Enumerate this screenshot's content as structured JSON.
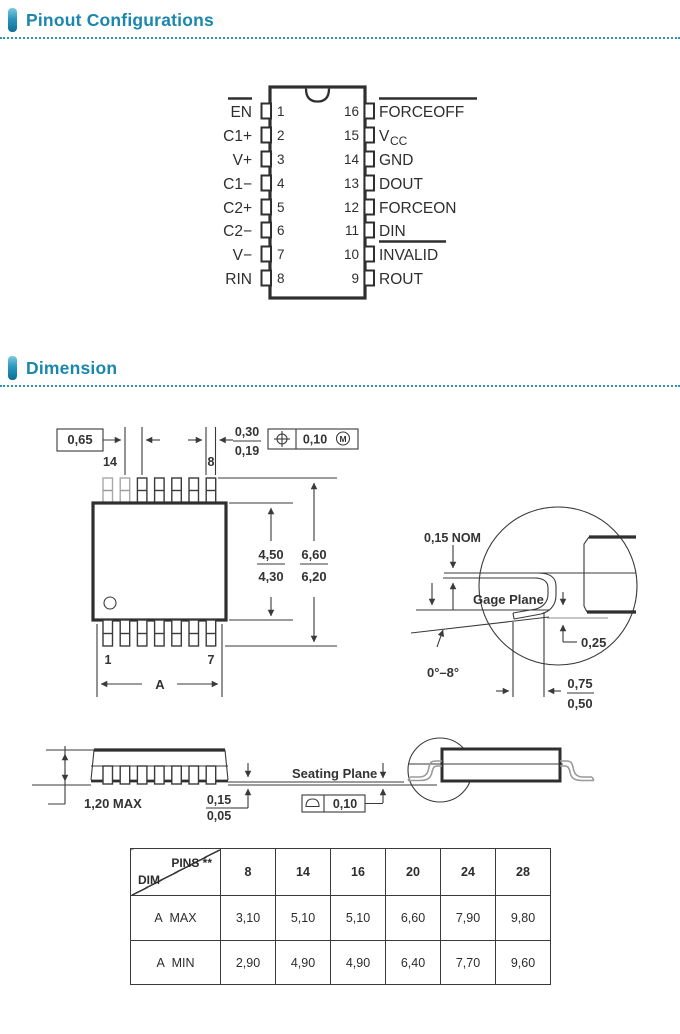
{
  "sections": {
    "pinout_title": "Pinout Configurations",
    "dimension_title": "Dimension"
  },
  "pinout": {
    "left": [
      {
        "num": "1",
        "label": "EN"
      },
      {
        "num": "2",
        "label": "C1+"
      },
      {
        "num": "3",
        "label": "V+"
      },
      {
        "num": "4",
        "label": "C1−"
      },
      {
        "num": "5",
        "label": "C2+"
      },
      {
        "num": "6",
        "label": "C2−"
      },
      {
        "num": "7",
        "label": "V−"
      },
      {
        "num": "8",
        "label": "RIN"
      }
    ],
    "right": [
      {
        "num": "16",
        "label": "FORCEOFF"
      },
      {
        "num": "15",
        "label": "V",
        "sub": "CC"
      },
      {
        "num": "14",
        "label": "GND"
      },
      {
        "num": "13",
        "label": "DOUT"
      },
      {
        "num": "12",
        "label": "FORCEON"
      },
      {
        "num": "11",
        "label": "DIN"
      },
      {
        "num": "10",
        "label": "INVALID"
      },
      {
        "num": "9",
        "label": "ROUT"
      }
    ]
  },
  "dimension": {
    "pitch": "0,65",
    "top_first_pin": "14",
    "top_last_pin": "8",
    "lead_width_max": "0,30",
    "lead_width_min": "0,19",
    "position_tol": "0,10",
    "position_modifier": "M",
    "body_len_max": "4,50",
    "body_len_min": "4,30",
    "span_max": "6,60",
    "span_min": "6,20",
    "bottom_first_pin": "1",
    "bottom_last_pin": "7",
    "length_var": "A",
    "lead_thickness": "0,15 NOM",
    "gage_plane": "Gage Plane",
    "standoff_gage": "0,25",
    "lead_angle": "0°–8°",
    "foot_max": "0,75",
    "foot_min": "0,50",
    "height_max": "1,20 MAX",
    "standoff_max": "0,15",
    "standoff_min": "0,05",
    "seating_plane": "Seating Plane",
    "flatness_tol": "0,10"
  },
  "table": {
    "corner_top": "PINS **",
    "corner_bottom": "DIM",
    "columns": [
      "8",
      "14",
      "16",
      "20",
      "24",
      "28"
    ],
    "rows": [
      {
        "dim": "A MAX",
        "values": [
          "3,10",
          "5,10",
          "5,10",
          "6,60",
          "7,90",
          "9,80"
        ]
      },
      {
        "dim": "A MIN",
        "values": [
          "2,90",
          "4,90",
          "4,90",
          "6,40",
          "7,70",
          "9,60"
        ]
      }
    ]
  }
}
